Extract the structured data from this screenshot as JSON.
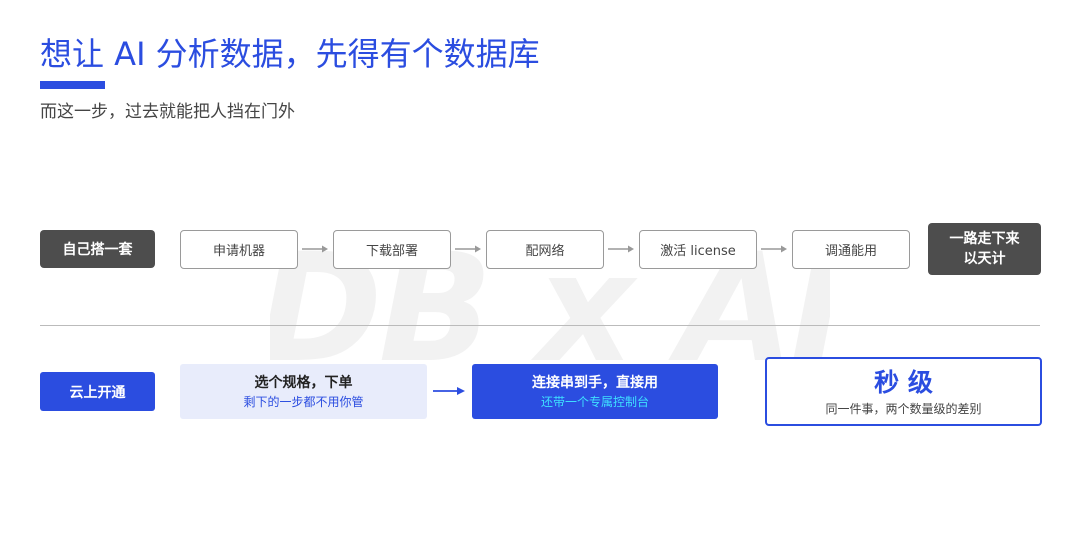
{
  "header": {
    "title": "想让 AI 分析数据，先得有个数据库",
    "subtitle": "而这一步，过去就能把人挡在门外"
  },
  "watermark": {
    "text": "DB x AI"
  },
  "traditional": {
    "label": "自己搭一套",
    "steps": [
      {
        "label": "申请机器"
      },
      {
        "label": "下载部署"
      },
      {
        "label": "配网络"
      },
      {
        "label": "激活 license"
      },
      {
        "label": "调通能用"
      }
    ],
    "result_line1": "一路走下来",
    "result_line2": "以天计"
  },
  "cloud": {
    "label": "云上开通",
    "step1_title": "选个规格，下单",
    "step1_sub": "剩下的一步都不用你管",
    "step2_title": "连接串到手，直接用",
    "step2_sub": "还带一个专属控制台",
    "result_title": "秒 级",
    "result_sub": "同一件事，两个数量级的差别"
  },
  "colors": {
    "accent": "#2b4de0",
    "dark_box": "#4d4d4d",
    "light_box": "#e8ecfb",
    "cyan_text": "#3ee0ff"
  }
}
